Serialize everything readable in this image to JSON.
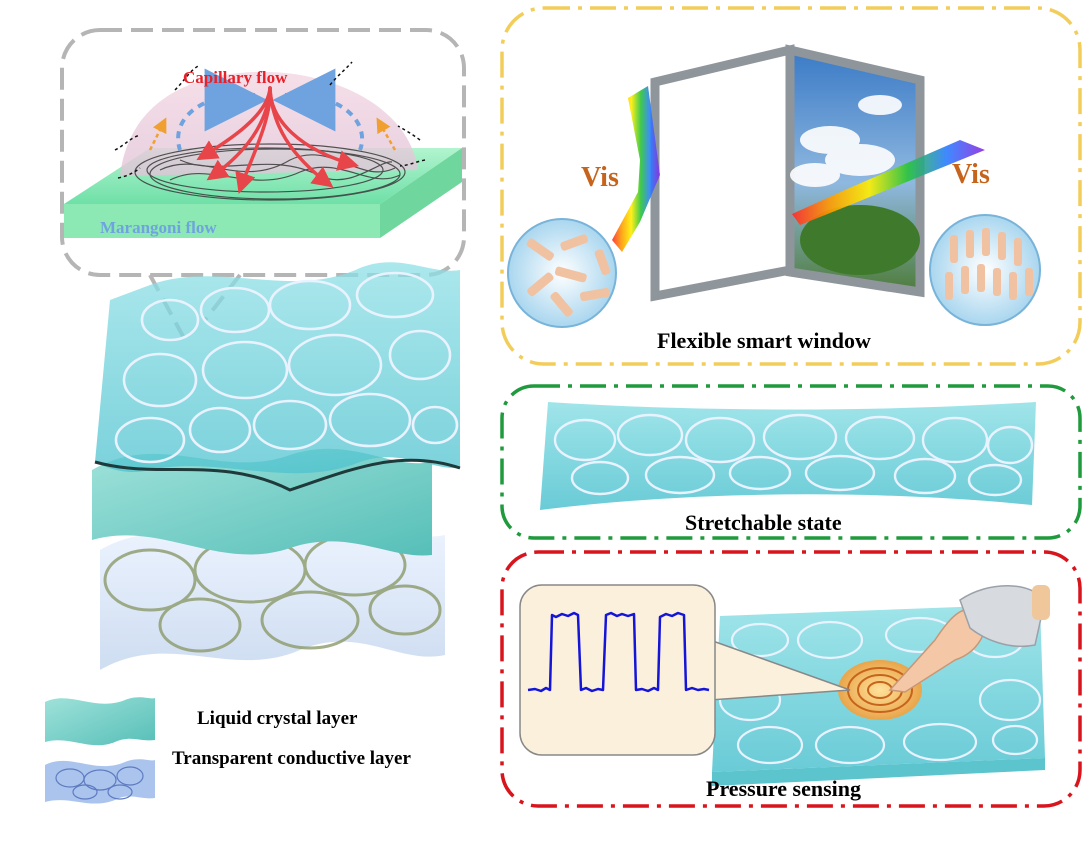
{
  "labels": {
    "capillary_flow": "Capillary flow",
    "marangoni_flow": "Marangoni flow",
    "vis_left": "Vis",
    "vis_right": "Vis",
    "smart_window": "Flexible smart window",
    "stretchable": "Stretchable state",
    "pressure": "Pressure sensing",
    "legend_lc": "Liquid crystal layer",
    "legend_tc": "Transparent conductive layer"
  },
  "colors": {
    "capillary": "#e8202a",
    "marangoni": "#6fa3e0",
    "vis": "#c7641c",
    "frame_gray": "#b5b5b5",
    "frame_yellow": "#f3cd5a",
    "frame_green": "#1f9a3c",
    "frame_red": "#d8141c",
    "signal": "#1515d8",
    "lc_layer": "#7fd3cf",
    "conductive_layer": "#cfe0ef"
  }
}
